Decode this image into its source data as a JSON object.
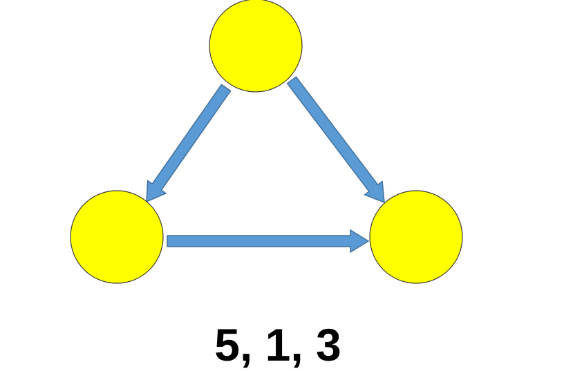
{
  "colors": {
    "node_fill": "#ffff00",
    "node_stroke": "#3a3a3a",
    "arrow_fill": "#5b9bd5",
    "arrow_stroke": "#41719c",
    "caption": "#000000"
  },
  "diagram": {
    "nodes": [
      {
        "id": "top"
      },
      {
        "id": "left"
      },
      {
        "id": "right"
      }
    ],
    "edges": [
      {
        "from": "top",
        "to": "left"
      },
      {
        "from": "top",
        "to": "right"
      },
      {
        "from": "left",
        "to": "right"
      }
    ]
  },
  "caption": "5, 1, 3"
}
